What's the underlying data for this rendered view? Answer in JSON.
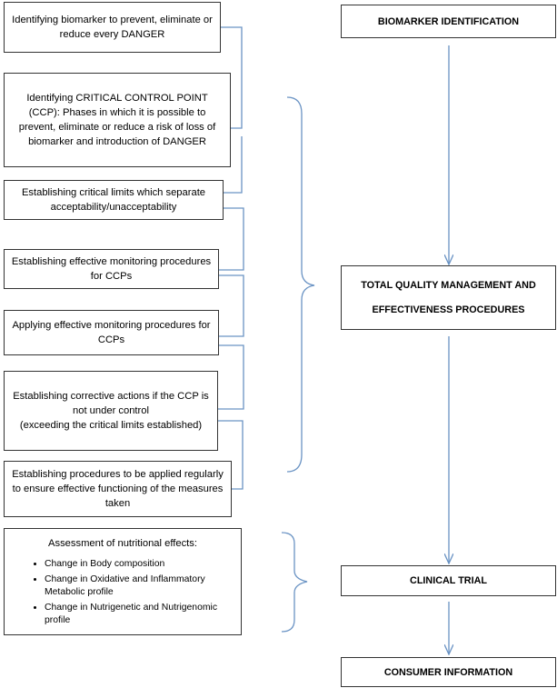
{
  "left_steps": [
    {
      "text": "Identifying biomarker to prevent, eliminate or reduce every DANGER"
    },
    {
      "text": "Identifying CRITICAL CONTROL POINT (CCP): Phases in which it is possible to prevent, eliminate or reduce a risk of loss of biomarker and introduction of DANGER"
    },
    {
      "text": "Establishing critical limits which separate acceptability/unacceptability"
    },
    {
      "text": "Establishing effective monitoring procedures for CCPs"
    },
    {
      "text": "Applying effective monitoring procedures for CCPs"
    },
    {
      "text": "Establishing corrective actions if the CCP is not under control\n(exceeding the critical limits established)"
    },
    {
      "text": "Establishing procedures to be applied regularly to ensure effective functioning of the measures taken"
    }
  ],
  "nutrition": {
    "title": "Assessment of nutritional effects:",
    "items": [
      "Change in Body composition",
      "Change in Oxidative and Inflammatory Metabolic profile",
      "Change in Nutrigenetic and Nutrigenomic profile"
    ]
  },
  "right_flow": {
    "biomarker_identification": "BIOMARKER IDENTIFICATION",
    "tqm_line1": "TOTAL QUALITY MANAGEMENT AND",
    "tqm_line2": "EFFECTIVENESS PROCEDURES",
    "clinical_trial": "CLINICAL TRIAL",
    "consumer_information": "CONSUMER INFORMATION"
  },
  "colors": {
    "connector": "#6a93c4",
    "border": "#333333"
  }
}
